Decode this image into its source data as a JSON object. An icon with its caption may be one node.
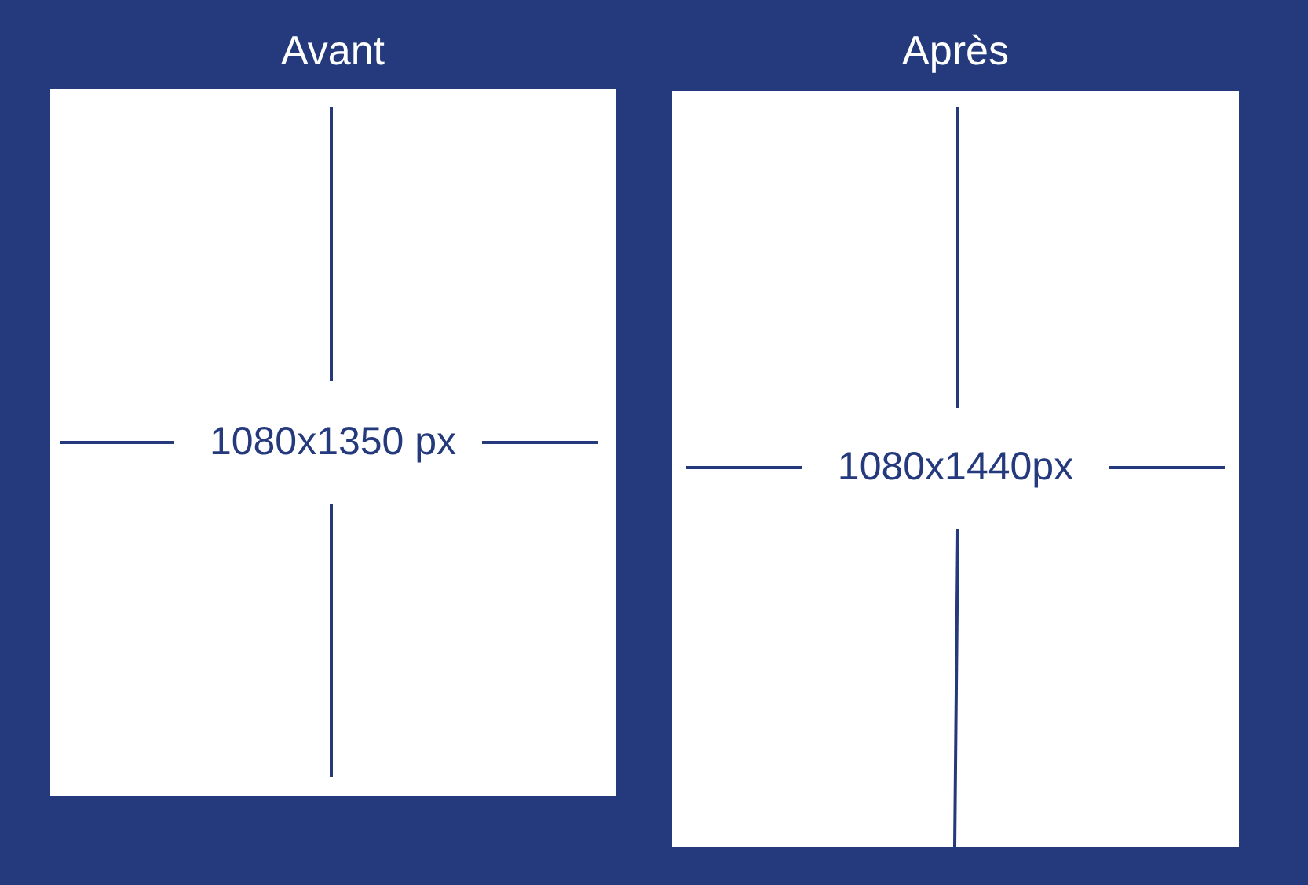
{
  "diagram": {
    "nodes": [
      {
        "text": [
          "Avant",
          "1080x1350 px"
        ]
      },
      {
        "text": [
          "Après",
          "1080x1440px"
        ]
      }
    ]
  }
}
